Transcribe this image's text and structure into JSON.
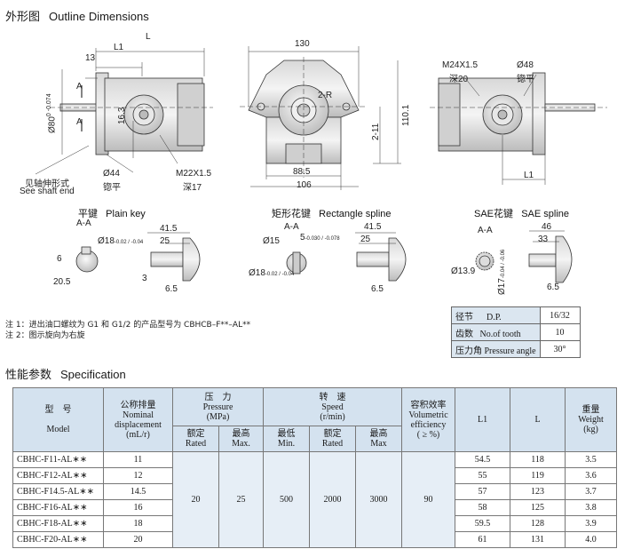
{
  "sections": {
    "outline_cn": "外形图",
    "outline_en": "Outline Dimensions",
    "spec_cn": "性能参数",
    "spec_en": "Specification"
  },
  "drawing": {
    "dim_L": "L",
    "dim_L1": "L1",
    "dim_13": "13",
    "dim_A_top": "A",
    "dim_A_bot": "A",
    "dim_dia80": "Ø80",
    "dim_dia80_tol": "0\n-0.074",
    "dim_16_3": "16.3",
    "dim_dia44": "Ø44",
    "dim_dia44_cn": "锪平",
    "dim_m22": "M22X1.5",
    "dim_m22_cn": "深17",
    "shaft_end_cn": "见轴伸形式",
    "shaft_end_en": "See shaft end",
    "dim_130": "130",
    "dim_2R": "2-R",
    "dim_2_11": "2-11",
    "dim_110_1": "110.1",
    "dim_88_5": "88.5",
    "dim_106": "106",
    "dim_m24": "M24X1.5",
    "dim_m24_cn": "深20",
    "dim_dia48": "Ø48",
    "dim_dia48_cn": "锪平",
    "dim_L1_right": "L1"
  },
  "shaft_views": {
    "plain_cn": "平键",
    "plain_en": "Plain key",
    "rect_cn": "矩形花键",
    "rect_en": "Rectangle spline",
    "sae_cn": "SAE花键",
    "sae_en": "SAE spline",
    "aa_1": "A-A",
    "aa_2": "A-A",
    "aa_3": "A-A",
    "p_dia18": "Ø18",
    "p_dia18_tol": "-0.02 / -0.04",
    "p_6": "6",
    "p_20_5": "20.5",
    "p_41_5": "41.5",
    "p_25": "25",
    "p_3": "3",
    "p_6_5": "6.5",
    "r_dia15": "Ø15",
    "r_5": "5",
    "r_5_tol": "-0.030 / -0.078",
    "r_dia18": "Ø18",
    "r_dia18_tol": "-0.02 / -0.04",
    "r_41_5": "41.5",
    "r_25": "25",
    "r_6_5": "6.5",
    "s_dia13_9": "Ø13.9",
    "s_dia17": "Ø17",
    "s_dia17_tol": "-0.04 / -0.06",
    "s_46": "46",
    "s_33": "33",
    "s_6_5": "6.5"
  },
  "notes": {
    "note1": "注 1：进出油口螺纹为 G1 和 G1/2 的产品型号为 CBHCB–F**–AL**",
    "note2": "注 2：图示旋向为右旋"
  },
  "spline_table": [
    {
      "cn": "径节",
      "en": "D.P.",
      "value": "16/32"
    },
    {
      "cn": "齿数",
      "en": "No.of tooth",
      "value": "10"
    },
    {
      "cn": "压力角",
      "en": "Pressure angle",
      "value": "30°"
    }
  ],
  "spec_header": {
    "model_cn": "型　号",
    "model_en": "Model",
    "disp_cn": "公称排量",
    "disp_en1": "Nominal",
    "disp_en2": "displacement",
    "disp_unit": "(mL/r)",
    "pressure_cn": "压　力",
    "pressure_en": "Pressure",
    "pressure_unit": "(MPa)",
    "rated_cn": "额定",
    "rated_en": "Rated",
    "max_cn": "最高",
    "max_en": "Max.",
    "speed_cn": "转　速",
    "speed_en": "Speed",
    "speed_unit": "(r/min)",
    "min_cn": "最低",
    "min_en": "Min.",
    "srated_cn": "额定",
    "srated_en": "Rated",
    "smax_cn": "最高",
    "smax_en": "Max",
    "eff_cn": "容积效率",
    "eff_en1": "Volumetric",
    "eff_en2": "efficiency",
    "eff_unit": "( ≥ %)",
    "l1": "L1",
    "l": "L",
    "weight_cn": "重量",
    "weight_en": "Weight",
    "weight_unit": "(kg)"
  },
  "spec_shared": {
    "pressure_rated": "20",
    "pressure_max": "25",
    "speed_min": "500",
    "speed_rated": "2000",
    "speed_max": "3000",
    "efficiency": "90"
  },
  "spec_rows": [
    {
      "model": "CBHC-F11-AL∗∗",
      "disp": "11",
      "l1": "54.5",
      "l": "118",
      "weight": "3.5"
    },
    {
      "model": "CBHC-F12-AL∗∗",
      "disp": "12",
      "l1": "55",
      "l": "119",
      "weight": "3.6"
    },
    {
      "model": "CBHC-F14.5-AL∗∗",
      "disp": "14.5",
      "l1": "57",
      "l": "123",
      "weight": "3.7"
    },
    {
      "model": "CBHC-F16-AL∗∗",
      "disp": "16",
      "l1": "58",
      "l": "125",
      "weight": "3.8"
    },
    {
      "model": "CBHC-F18-AL∗∗",
      "disp": "18",
      "l1": "59.5",
      "l": "128",
      "weight": "3.9"
    },
    {
      "model": "CBHC-F20-AL∗∗",
      "disp": "20",
      "l1": "61",
      "l": "131",
      "weight": "4.0"
    }
  ]
}
